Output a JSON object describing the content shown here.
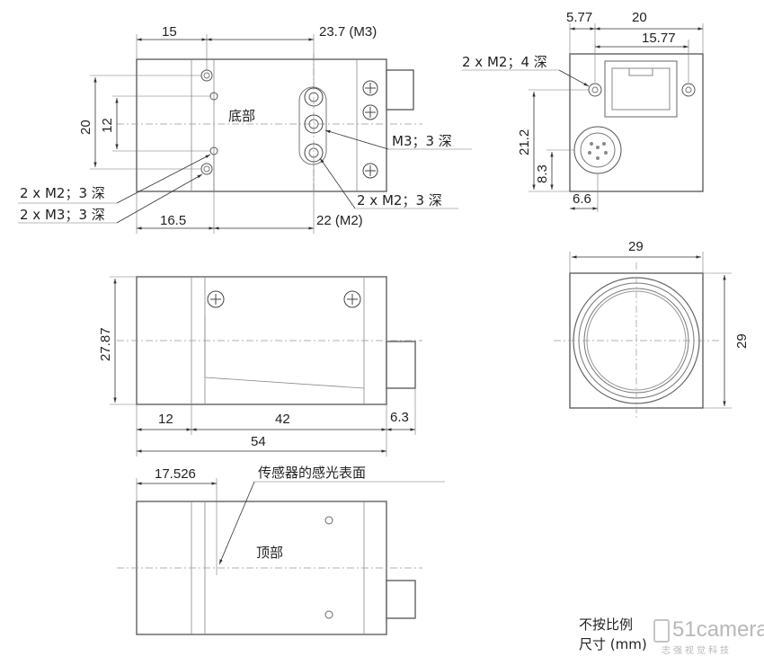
{
  "bottom_view": {
    "label": "底部",
    "dims": {
      "d15": "15",
      "d23_7": "23.7 (M3)",
      "d20": "20",
      "d12": "12",
      "d16_5": "16.5",
      "d22": "22 (M2)"
    },
    "callouts": {
      "m3_center": "M3；3 深",
      "m2_center": "2 x M2；3 深",
      "m2_side": "2 x M2；3 深",
      "m3_side": "2 x M3；3 深"
    }
  },
  "rear_view": {
    "dims": {
      "d5_77": "5.77",
      "d20": "20",
      "d15_77": "15.77",
      "d21_2": "21.2",
      "d8_3": "8.3",
      "d6_6": "6.6"
    },
    "callouts": {
      "m2_rear": "2 x M2；4 深"
    }
  },
  "side_view": {
    "dims": {
      "d27_87": "27.87",
      "d12": "12",
      "d42": "42",
      "d6_3": "6.3",
      "d54": "54"
    }
  },
  "front_view": {
    "dims": {
      "width": "29",
      "height": "29"
    }
  },
  "top_view": {
    "label": "顶部",
    "dims": {
      "d17_526": "17.526"
    },
    "callouts": {
      "sensor": "传感器的感光表面"
    }
  },
  "notes": {
    "line1": "不按比例",
    "line2": "尺寸 (mm)"
  },
  "watermark": {
    "brand": "51camera",
    "sub": "志强视觉科技"
  }
}
